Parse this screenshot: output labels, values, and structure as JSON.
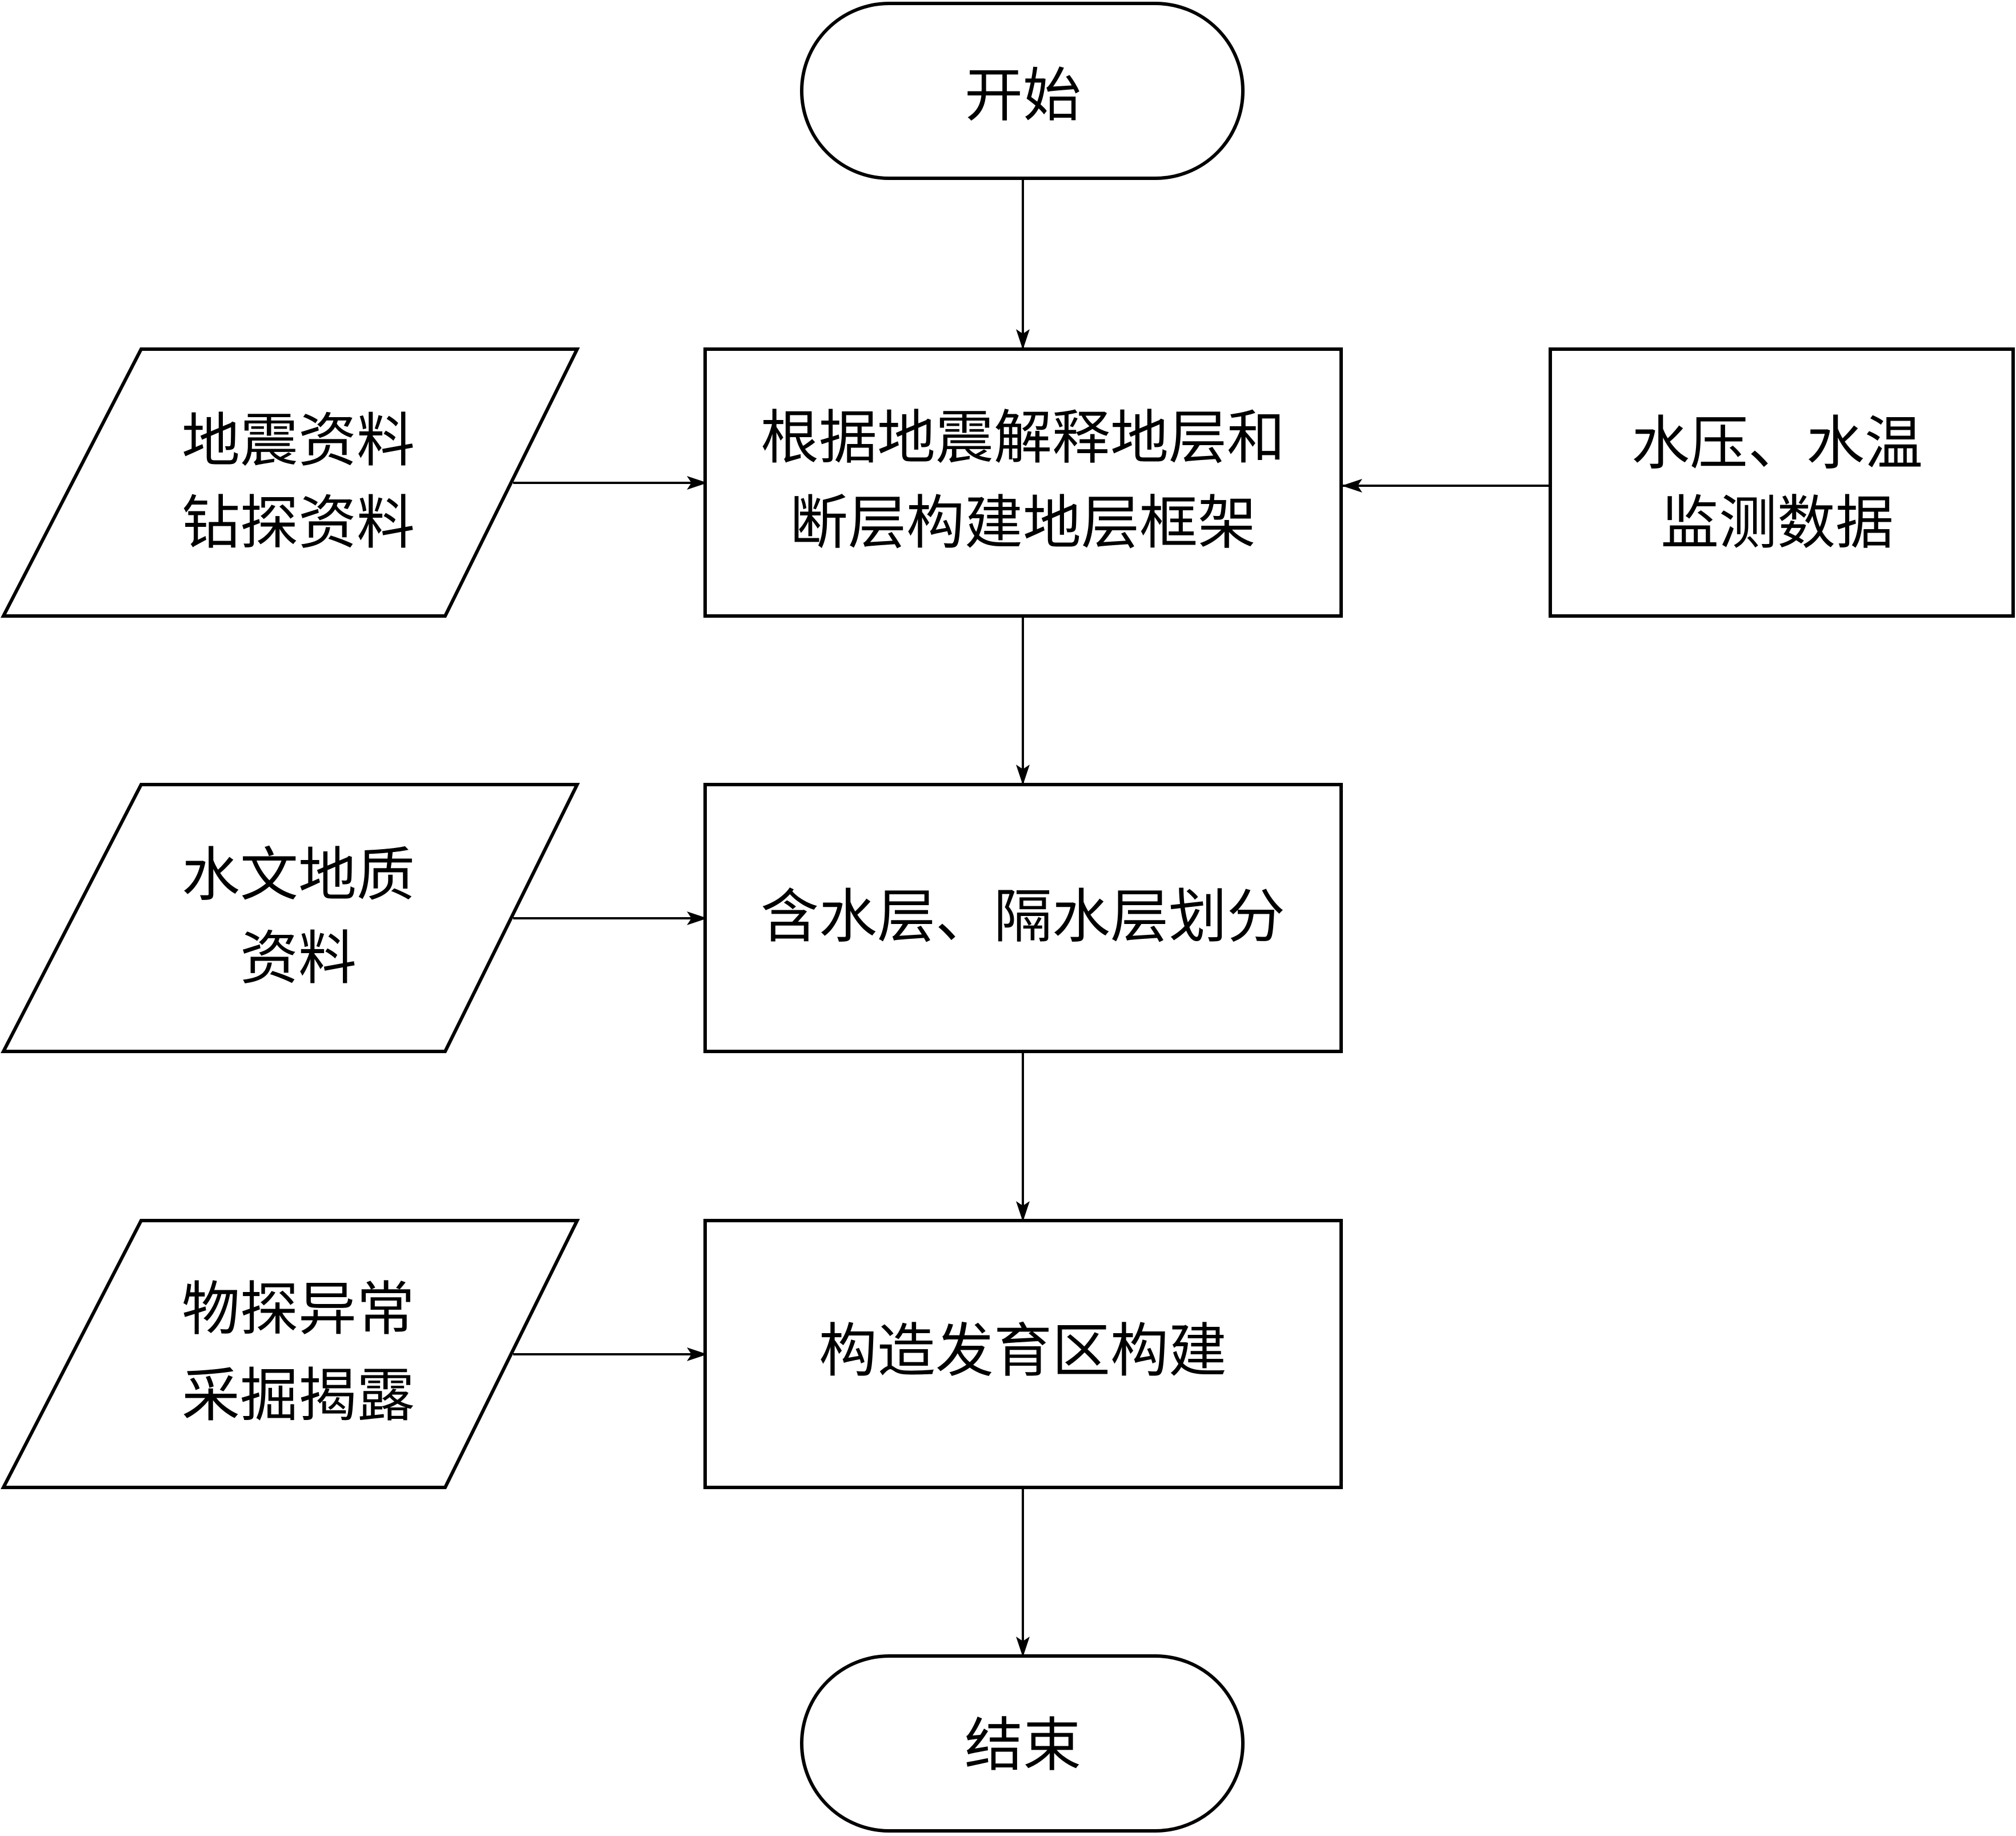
{
  "flowchart": {
    "start": "开始",
    "step1": {
      "line1": "根据地震解释地层和",
      "line2": "断层构建地层框架"
    },
    "step2": "含水层、隔水层划分",
    "step3": "构造发育区构建",
    "end": "结束",
    "input1": {
      "line1": "地震资料",
      "line2": "钻探资料"
    },
    "input2": {
      "line1": "水文地质",
      "line2": "资料"
    },
    "input3": {
      "line1": "物探异常",
      "line2": "采掘揭露"
    },
    "input4": {
      "line1": "水压、水温",
      "line2": "监测数据"
    }
  },
  "colors": {
    "line": "#000000",
    "background": "#ffffff"
  }
}
